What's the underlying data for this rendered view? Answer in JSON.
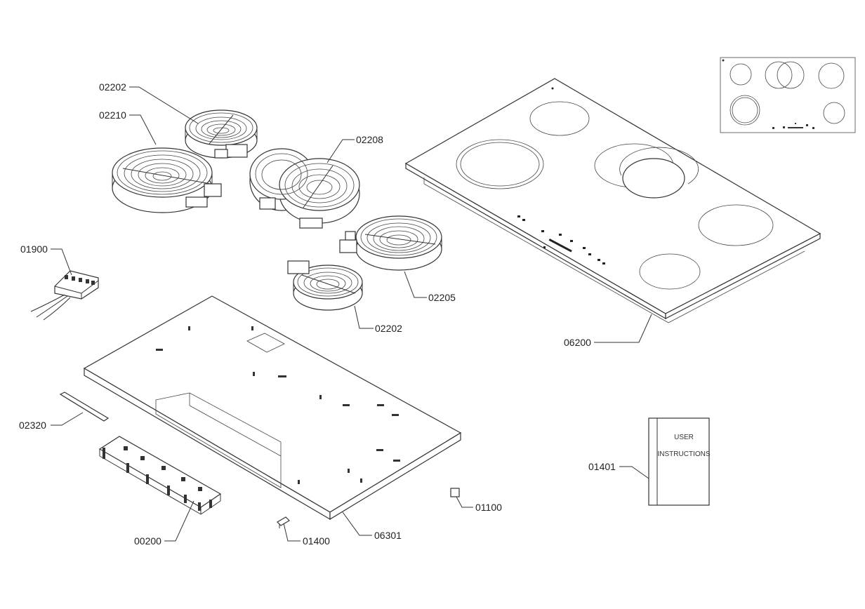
{
  "labels": {
    "l02202a": "02202",
    "l02210": "02210",
    "l02208": "02208",
    "l01900": "01900",
    "l02205": "02205",
    "l02202b": "02202",
    "l06200": "06200",
    "l02320": "02320",
    "l00200": "00200",
    "l01400": "01400",
    "l06301": "06301",
    "l01100": "01100",
    "l01401": "01401"
  },
  "manual": {
    "line1": "USER",
    "line2": "INSTRUCTIONS"
  }
}
